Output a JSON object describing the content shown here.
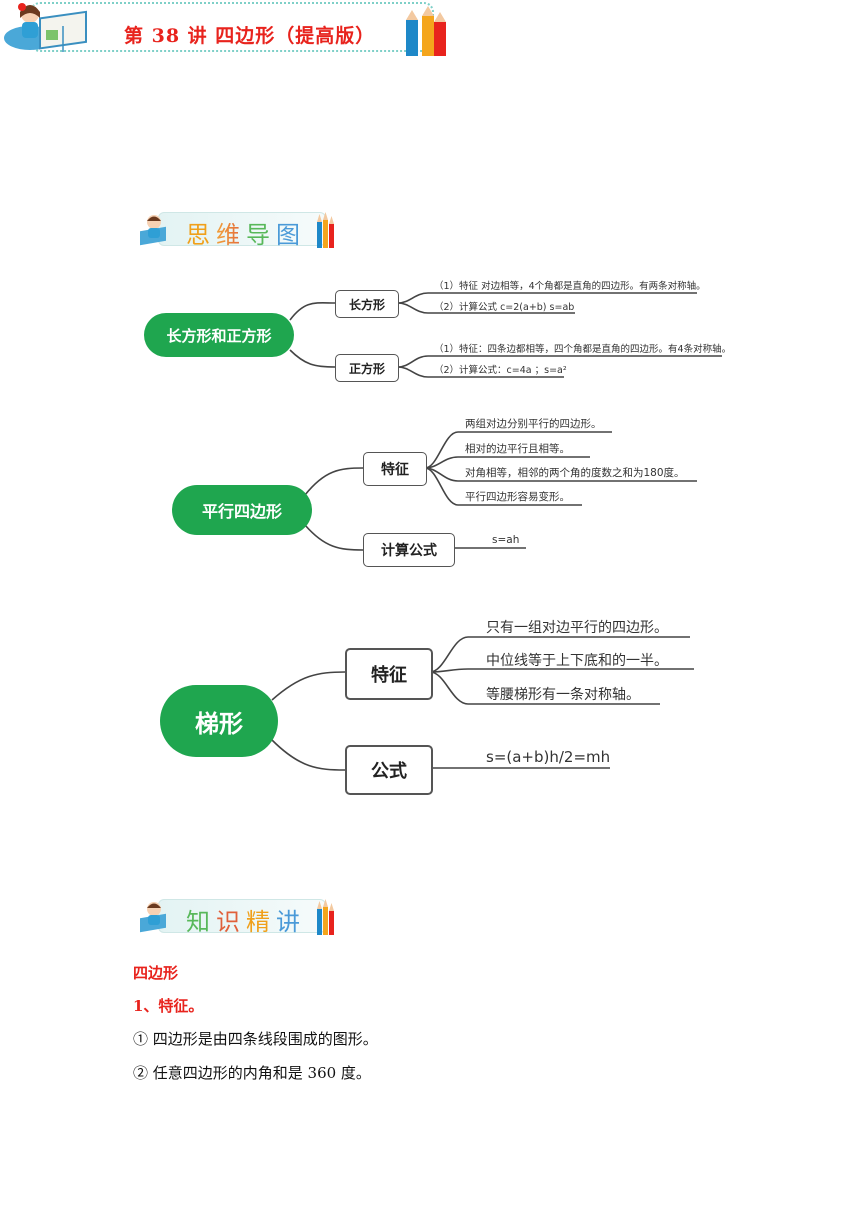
{
  "title": "第 38 讲  四边形（提高版）",
  "section_mindmap": "思维导图",
  "section_knowledge": "知识精讲",
  "mindmap1": {
    "root": "长方形和正方形",
    "branches": [
      {
        "label": "长方形",
        "leaves": [
          "（1）特征 对边相等，4个角都是直角的四边形。有两条对称轴。",
          "（2）计算公式 c=2(a+b)    s=ab"
        ]
      },
      {
        "label": "正方形",
        "leaves": [
          "（1）特征：四条边都相等，四个角都是直角的四边形。有4条对称轴。",
          "（2）计算公式：c=4a ；s=a²"
        ]
      }
    ]
  },
  "mindmap2": {
    "root": "平行四边形",
    "branches": [
      {
        "label": "特征",
        "leaves": [
          "两组对边分别平行的四边形。",
          "相对的边平行且相等。",
          "对角相等，相邻的两个角的度数之和为180度。",
          "平行四边形容易变形。"
        ]
      },
      {
        "label": "计算公式",
        "leaves": [
          "s=ah"
        ]
      }
    ]
  },
  "mindmap3": {
    "root": "梯形",
    "branches": [
      {
        "label": "特征",
        "leaves": [
          "只有一组对边平行的四边形。",
          "中位线等于上下底和的一半。",
          "等腰梯形有一条对称轴。"
        ]
      },
      {
        "label": "公式",
        "leaves": [
          "s=(a+b)h/2=mh"
        ]
      }
    ]
  },
  "content": {
    "heading": "四边形",
    "subheading": "1、特征。",
    "points": [
      "①  四边形是由四条线段围成的图形。",
      "②  任意四边形的内角和是 360 度。"
    ]
  },
  "colors": {
    "accent": "#e8231d",
    "node_green": "#1fa64f"
  },
  "icons": [
    "girl-reading-icon",
    "open-book-icon",
    "pencils-icon"
  ]
}
